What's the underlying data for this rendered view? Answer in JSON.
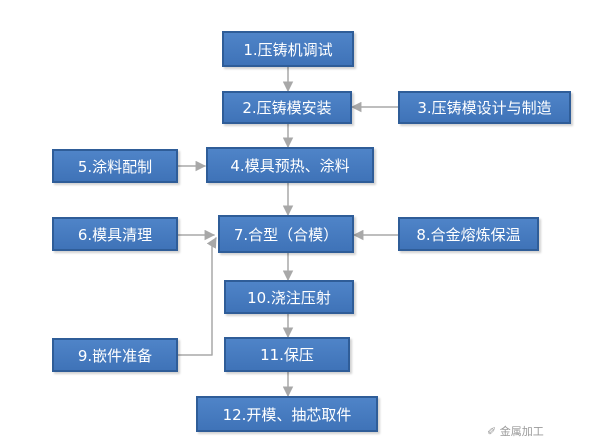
{
  "diagram": {
    "steps": {
      "s1": "1.压铸机调试",
      "s2": "2.压铸模安装",
      "s3": "3.压铸模设计与制造",
      "s4": "4.模具预热、涂料",
      "s5": "5.涂料配制",
      "s6": "6.模具清理",
      "s7": "7.合型（合模）",
      "s8": "8.合金熔炼保温",
      "s9": "9.嵌件准备",
      "s10": "10.浇注压射",
      "s11": "11.保压",
      "s12": "12.开模、抽芯取件"
    },
    "colors": {
      "box_fill": "#4a7fc2",
      "box_border": "#2f5d98",
      "arrow": "#a8a8a8"
    }
  },
  "watermark": "✐ 金属加工"
}
